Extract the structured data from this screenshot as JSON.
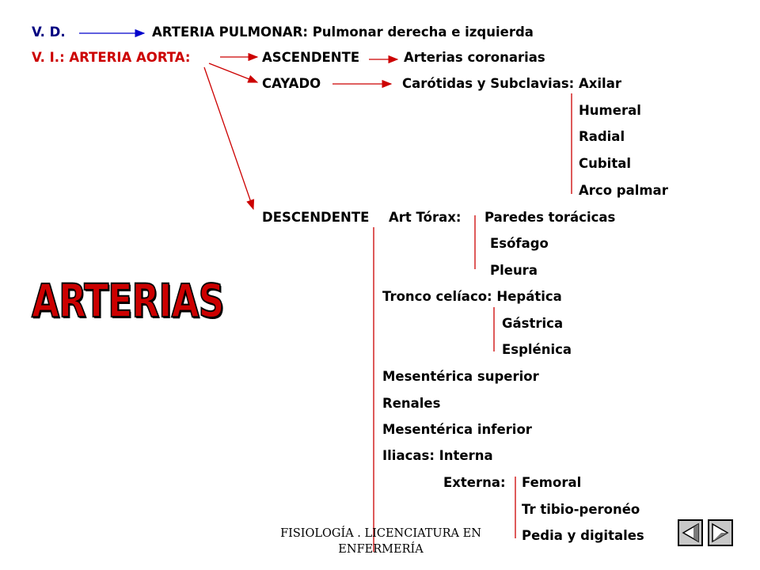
{
  "colors": {
    "red": "#cc0000",
    "navy": "#000080",
    "blue_arrow": "#0000cc",
    "black": "#000000"
  },
  "title_word": "ARTERIAS",
  "rows": {
    "vd": "V. D.",
    "pulmonar": "ARTERIA PULMONAR: Pulmonar derecha e izquierda",
    "vi": "V. I.: ARTERIA AORTA:",
    "ascendente": "ASCENDENTE",
    "coronarias": "Arterias coronarias",
    "cayado": "CAYADO",
    "carotidas": "Carótidas y Subclavias: Axilar",
    "humeral": "Humeral",
    "radial": "Radial",
    "cubital": "Cubital",
    "arco": "Arco palmar",
    "descendente": "DESCENDENTE",
    "torax": "Art Tórax:",
    "paredes": "Paredes torácicas",
    "esofago": "Esófago",
    "pleura": "Pleura",
    "tronco": "Tronco celíaco: Hepática",
    "gastrica": "Gástrica",
    "esplenica": "Esplénica",
    "mes_sup": "Mesentérica superior",
    "renales": "Renales",
    "mes_inf": "Mesentérica inferior",
    "iliacas": "Iliacas: Interna",
    "externa": "Externa:",
    "femoral": "Femoral",
    "tibio": "Tr tibio-peronéo",
    "pedia": "Pedia y digitales"
  },
  "footer": "FISIOLOGÍA . LICENCIATURA EN ENFERMERÍA",
  "nav": {
    "prev_icon": "triangle-left-icon",
    "next_icon": "triangle-right-icon"
  }
}
